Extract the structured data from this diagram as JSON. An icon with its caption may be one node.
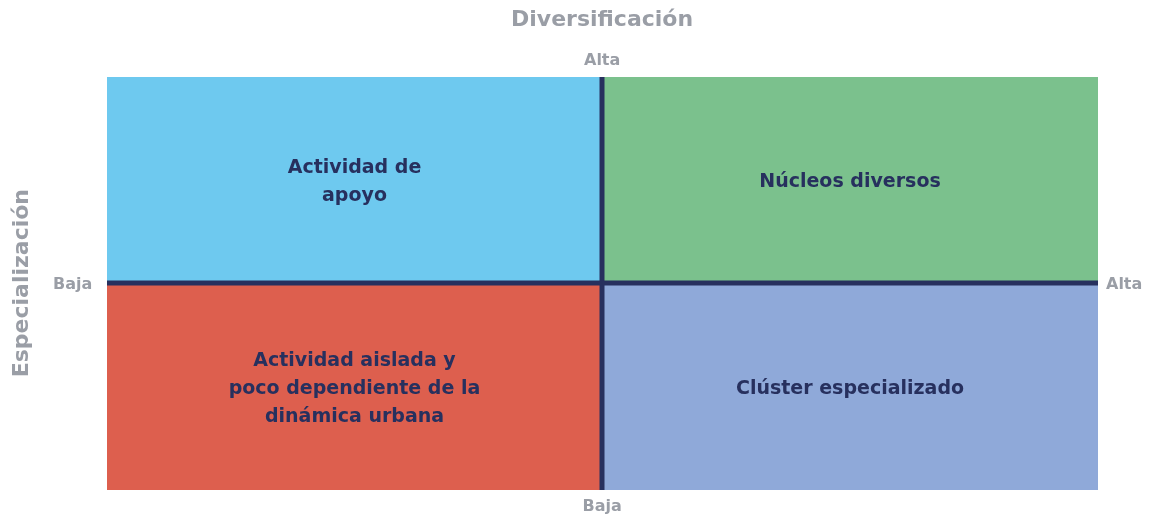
{
  "diagram": {
    "nodes": [
      {
        "text": [
          "Actividad de apoyo"
        ]
      },
      {
        "text": [
          "Núcleos diversos"
        ]
      },
      {
        "text": [
          "Actividad aislada y poco dependiente de la dinámica urbana"
        ]
      },
      {
        "text": [
          "Clúster especializado"
        ]
      }
    ],
    "labels": [
      "Diversificación",
      "Alta",
      "Especialización",
      "Baja",
      "Alta",
      "Baja"
    ]
  }
}
